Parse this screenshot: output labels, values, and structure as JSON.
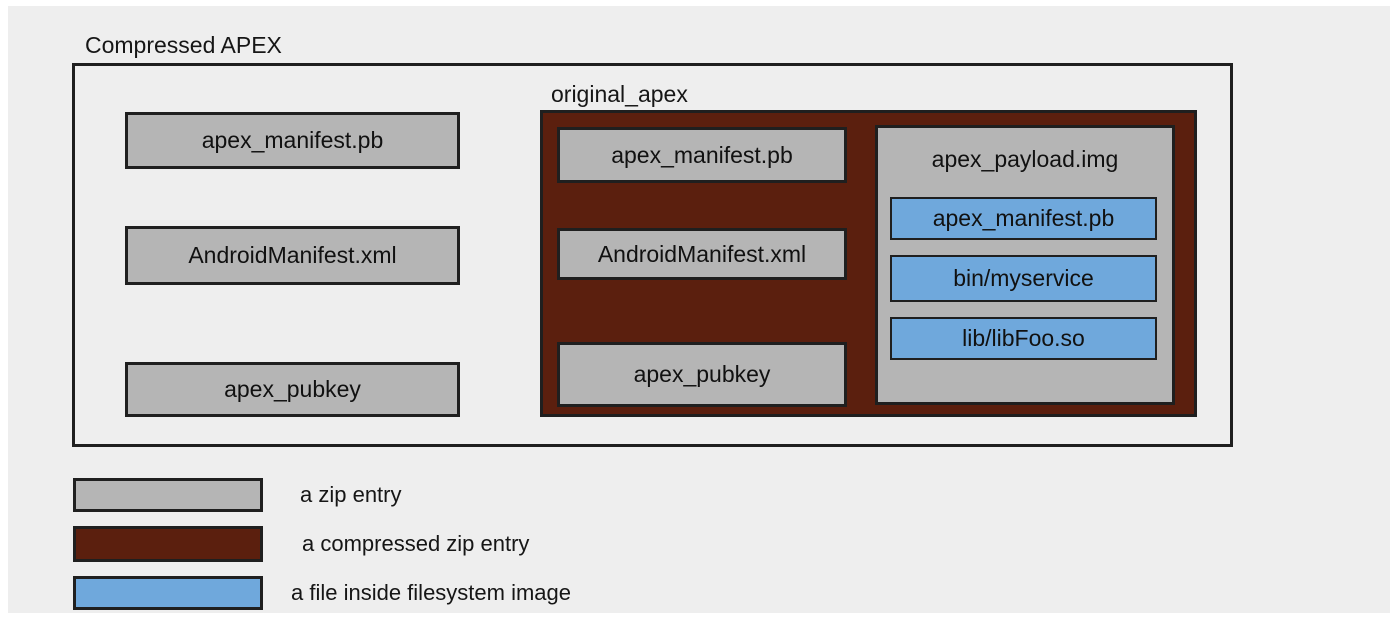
{
  "title": "Compressed APEX",
  "compressed_apex": {
    "entries": [
      "apex_manifest.pb",
      "AndroidManifest.xml",
      "apex_pubkey"
    ],
    "original_apex": {
      "label": "original_apex",
      "entries": [
        "apex_manifest.pb",
        "AndroidManifest.xml",
        "apex_pubkey"
      ],
      "payload_image": {
        "label": "apex_payload.img",
        "files": [
          "apex_manifest.pb",
          "bin/myservice",
          "lib/libFoo.so"
        ]
      }
    }
  },
  "legend": {
    "items": [
      {
        "label": "a zip entry",
        "color": "#b5b5b5"
      },
      {
        "label": "a compressed zip entry",
        "color": "#5b1f0e"
      },
      {
        "label": "a file inside filesystem image",
        "color": "#6fa8dc"
      }
    ]
  },
  "colors": {
    "background": "#eeeeee",
    "zip_entry": "#b5b5b5",
    "compressed_zip_entry": "#5b1f0e",
    "filesystem_file": "#6fa8dc",
    "border": "#1f1f1f"
  }
}
